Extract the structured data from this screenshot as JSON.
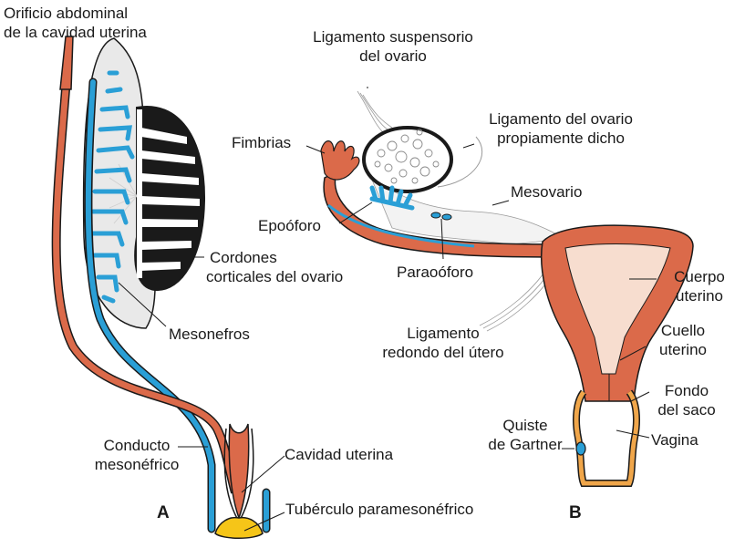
{
  "colors": {
    "paramesonephric": "#db6a4a",
    "mesonephric": "#2a9fd6",
    "mesonephros": "#e9e9e9",
    "ovary_fill": "#ffffff",
    "ovary_outline": "#1a1a1a",
    "uterine_body": "#f7ddcf",
    "paramesonephric_tubercle": "#f5c518",
    "vagina": "#f0a64a",
    "text": "#1a1a1a"
  },
  "panels": {
    "a": "A",
    "b": "B"
  },
  "labels": {
    "orificio": {
      "line1": "Orificio abdominal",
      "line2": "de la cavidad uterina"
    },
    "cordones": {
      "line1": "Cordones",
      "line2": "corticales del ovario"
    },
    "mesonefros": "Mesonefros",
    "conducto": {
      "line1": "Conducto",
      "line2": "mesonéfrico"
    },
    "cavidad": "Cavidad uterina",
    "tuberculo": "Tubérculo paramesonéfrico",
    "lig_suspensorio": {
      "line1": "Ligamento suspensorio",
      "line2": "del ovario"
    },
    "lig_propio": {
      "line1": "Ligamento del ovario",
      "line2": "propiamente dicho"
    },
    "fimbrias": "Fimbrias",
    "mesovario": "Mesovario",
    "epooforo": "Epoóforo",
    "paraooforo": "Paraoóforo",
    "cuerpo": {
      "line1": "Cuerpo",
      "line2": "uterino"
    },
    "lig_redondo": {
      "line1": "Ligamento",
      "line2": "redondo del útero"
    },
    "cuello": {
      "line1": "Cuello",
      "line2": "uterino"
    },
    "fondo": {
      "line1": "Fondo",
      "line2": "del saco"
    },
    "quiste": {
      "line1": "Quiste",
      "line2": "de Gartner"
    },
    "vagina": "Vagina"
  }
}
